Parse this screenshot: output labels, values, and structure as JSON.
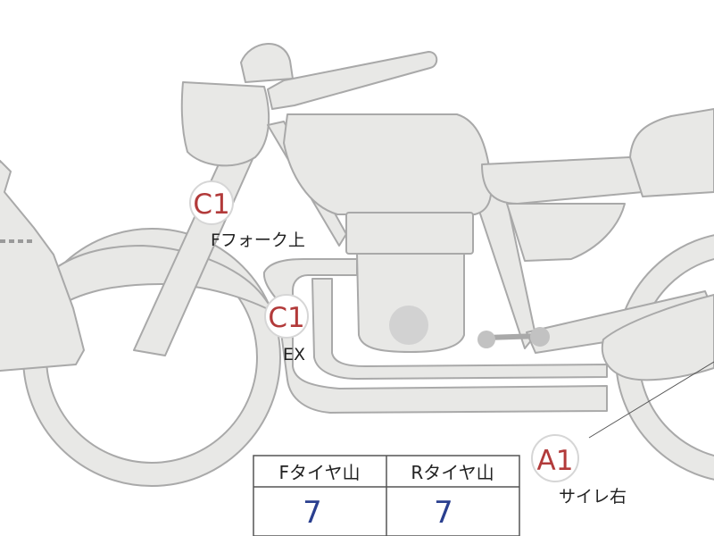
{
  "colors": {
    "body_fill": "#e8e8e6",
    "outline": "#a9a9a9",
    "grade_text": "#b23a3a",
    "value_text": "#2a3f8f",
    "label_text": "#222222",
    "table_border": "#555555"
  },
  "markers": [
    {
      "grade": "C1",
      "label": "Fフォーク上"
    },
    {
      "grade": "C1",
      "label": "EX"
    },
    {
      "grade": "A1",
      "label": "サイレ右"
    }
  ],
  "tire_table": {
    "headers": [
      "Fタイヤ山",
      "Rタイヤ山"
    ],
    "values": [
      "7",
      "7"
    ]
  }
}
